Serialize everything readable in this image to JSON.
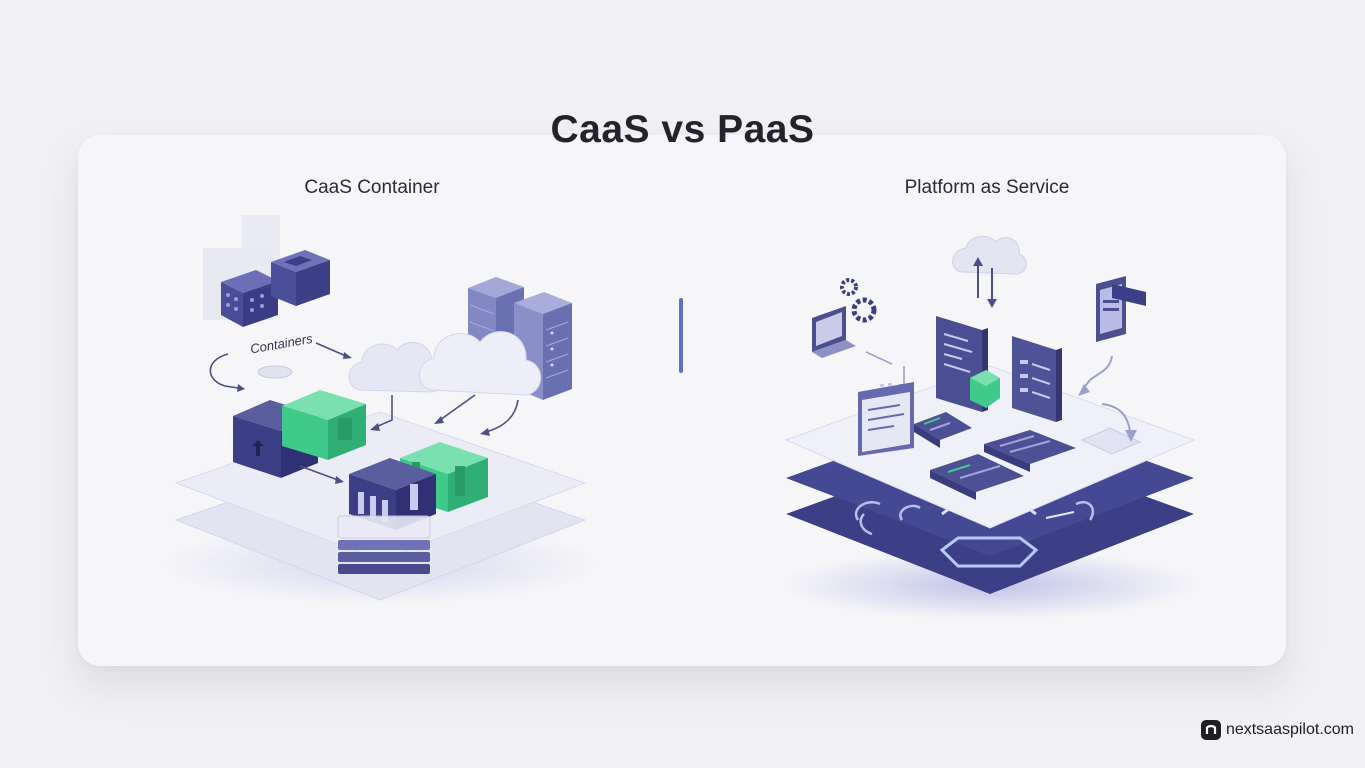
{
  "title": "CaaS vs PaaS",
  "left_panel": {
    "title": "CaaS Container",
    "containers_label": "Containers"
  },
  "right_panel": {
    "title": "Platform as Service"
  },
  "brand": {
    "text": "nextsaaspilot.com"
  },
  "colors": {
    "accent_blue": "#5874c8",
    "container_navy": "#3d3f86",
    "container_green": "#3fc98a",
    "layer_dark": "#3c3f85"
  }
}
